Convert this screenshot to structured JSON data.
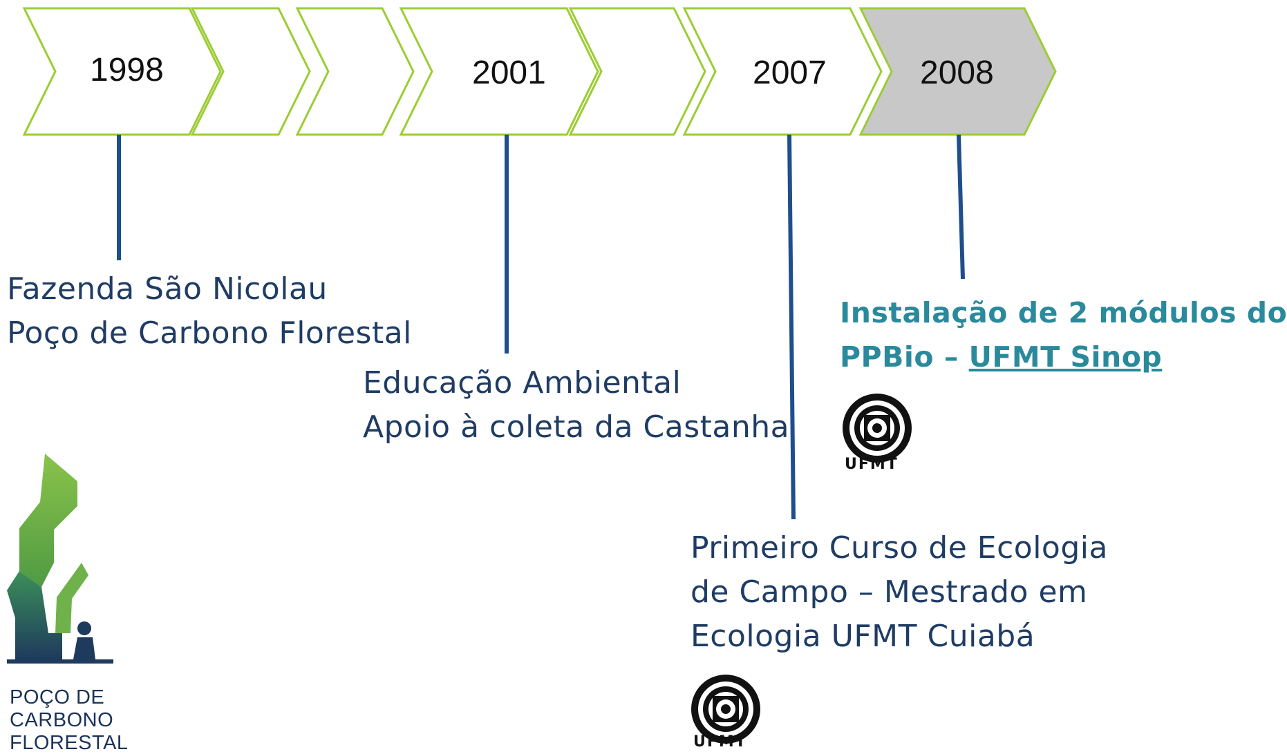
{
  "timeline": {
    "years": [
      "1998",
      "2001",
      "2007",
      "2008"
    ],
    "colors": {
      "chevron_outline": "#9acd32",
      "chevron_fill": "#ffffff",
      "chevron_current_fill": "#c8c8c8",
      "connector": "#1f4e8c",
      "event_text": "#1f3c64",
      "highlight_text": "#2a8a9c"
    }
  },
  "events": {
    "e1998": {
      "line1": "Fazenda São Nicolau",
      "line2": "Poço de Carbono Florestal"
    },
    "e2001": {
      "line1": "Educação Ambiental",
      "line2": "Apoio à coleta da Castanha"
    },
    "e2007": {
      "line1": "Primeiro Curso de Ecologia",
      "line2": "de Campo – Mestrado em",
      "line3": "Ecologia UFMT  Cuiabá"
    },
    "e2008": {
      "line1": "Instalação de 2 módulos do",
      "line2_prefix": "PPBio – ",
      "line2_link": "UFMT Sinop"
    }
  },
  "logos": {
    "ufmt_label": "UFMT",
    "brand_line1": "POÇO DE",
    "brand_line2": "CARBONO",
    "brand_line3": "FLORESTAL"
  },
  "icons": [
    "ufmt-seal-icon",
    "poco-de-carbono-tree-icon"
  ]
}
